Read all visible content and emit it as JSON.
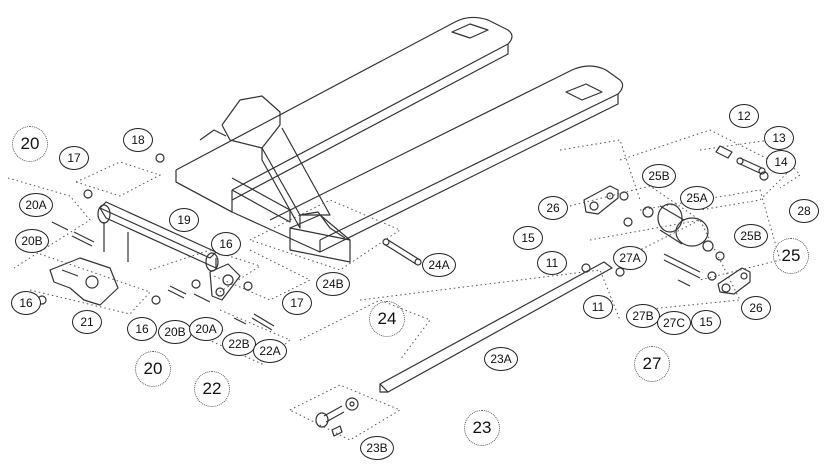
{
  "callouts": [
    {
      "id": "c-12",
      "text": "12"
    },
    {
      "id": "c-13",
      "text": "13"
    },
    {
      "id": "c-14",
      "text": "14"
    },
    {
      "id": "c-28",
      "text": "28"
    },
    {
      "id": "c-18",
      "text": "18"
    },
    {
      "id": "c-17a",
      "text": "17"
    },
    {
      "id": "c-20a-top",
      "text": "20A"
    },
    {
      "id": "c-20b-top",
      "text": "20B"
    },
    {
      "id": "c-19",
      "text": "19"
    },
    {
      "id": "c-16a",
      "text": "16"
    },
    {
      "id": "c-16b",
      "text": "16"
    },
    {
      "id": "c-16c",
      "text": "16"
    },
    {
      "id": "c-21",
      "text": "21"
    },
    {
      "id": "c-20b-bot",
      "text": "20B"
    },
    {
      "id": "c-20a-bot",
      "text": "20A"
    },
    {
      "id": "c-17b",
      "text": "17"
    },
    {
      "id": "c-22b",
      "text": "22B"
    },
    {
      "id": "c-22a",
      "text": "22A"
    },
    {
      "id": "c-24a",
      "text": "24A"
    },
    {
      "id": "c-24b",
      "text": "24B"
    },
    {
      "id": "c-25b-top",
      "text": "25B"
    },
    {
      "id": "c-25a",
      "text": "25A"
    },
    {
      "id": "c-25b-bot",
      "text": "25B"
    },
    {
      "id": "c-26a",
      "text": "26"
    },
    {
      "id": "c-26b",
      "text": "26"
    },
    {
      "id": "c-15a",
      "text": "15"
    },
    {
      "id": "c-15b",
      "text": "15"
    },
    {
      "id": "c-11a",
      "text": "11"
    },
    {
      "id": "c-11b",
      "text": "11"
    },
    {
      "id": "c-27a",
      "text": "27A"
    },
    {
      "id": "c-27b",
      "text": "27B"
    },
    {
      "id": "c-27c",
      "text": "27C"
    },
    {
      "id": "c-23a",
      "text": "23A"
    },
    {
      "id": "c-23b",
      "text": "23B"
    }
  ],
  "groups": [
    {
      "id": "g-20-top",
      "text": "20"
    },
    {
      "id": "g-20-bot",
      "text": "20"
    },
    {
      "id": "g-22",
      "text": "22"
    },
    {
      "id": "g-24",
      "text": "24"
    },
    {
      "id": "g-25",
      "text": "25"
    },
    {
      "id": "g-27",
      "text": "27"
    },
    {
      "id": "g-23",
      "text": "23"
    }
  ]
}
